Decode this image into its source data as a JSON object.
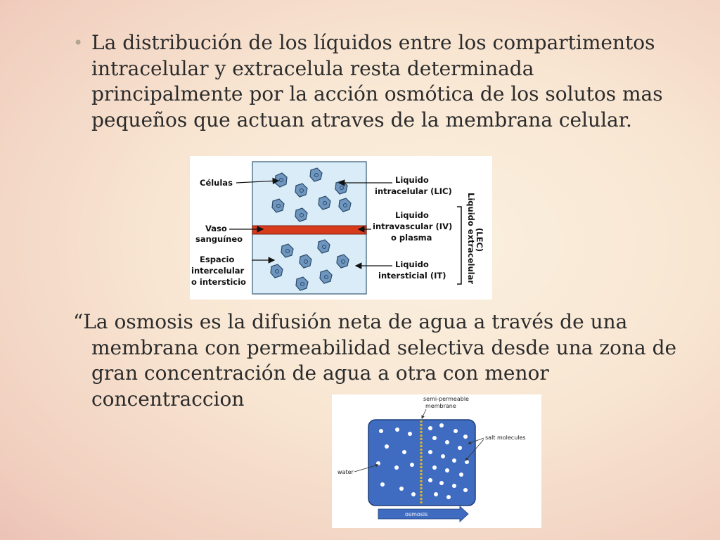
{
  "slide": {
    "bullet_char": "•",
    "paragraph1": "La distribución de los líquidos entre los compartimentos intracelular y extracelula resta determinada principalmente por la acción osmótica de los solutos mas pequeños que actuan  atraves  de la membrana celular.",
    "paragraph2": "“La osmosis es la difusión neta de agua a través de una membrana con permeabilidad selectiva desde una zona de gran concentración de agua a otra con menor concentraccion"
  },
  "figure1": {
    "label_celulas": "Células",
    "label_vaso_1": "Vaso",
    "label_vaso_2": "sanguíneo",
    "label_espacio_1": "Espacio",
    "label_espacio_2": "intercelular",
    "label_espacio_3": "o intersticio",
    "label_lic_1": "Liquido",
    "label_lic_2": "intracelular (LIC)",
    "label_iv_1": "Liquido",
    "label_iv_2": "intravascular (IV)",
    "label_iv_3": "o plasma",
    "label_it_1": "Liquido",
    "label_it_2": "intersticial (IT)",
    "label_lec_1": "Liquido extracelular",
    "label_lec_2": "(LEC)",
    "colors": {
      "chamber": "#d9ecf8",
      "cell": "#6f96bf",
      "vessel": "#d83a1c"
    }
  },
  "figure2": {
    "label_membrane_1": "semi-permeable",
    "label_membrane_2": "membrane",
    "label_salt": "salt molecules",
    "label_water": "water",
    "label_osmosis": "osmosis",
    "colors": {
      "water": "#3f6cc0",
      "membrane": "#e2b325"
    }
  }
}
